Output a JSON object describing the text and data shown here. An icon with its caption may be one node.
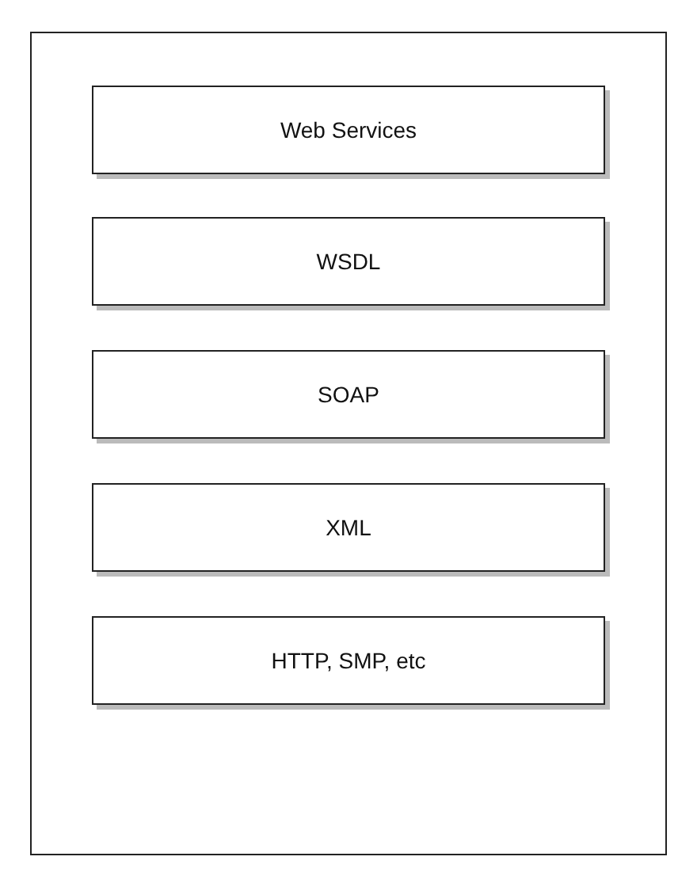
{
  "diagram": {
    "nodes": [
      {
        "text": [],
        "shape": "box"
      },
      {
        "text": [
          "Web Services"
        ],
        "in": 0
      },
      {
        "text": [
          "WSDL"
        ],
        "in": 0
      },
      {
        "text": [
          "SOAP"
        ],
        "in": 0
      },
      {
        "text": [
          "XML"
        ],
        "in": 0
      },
      {
        "text": [
          "HTTP, SMP, etc"
        ],
        "in": 0
      }
    ],
    "edges": []
  }
}
